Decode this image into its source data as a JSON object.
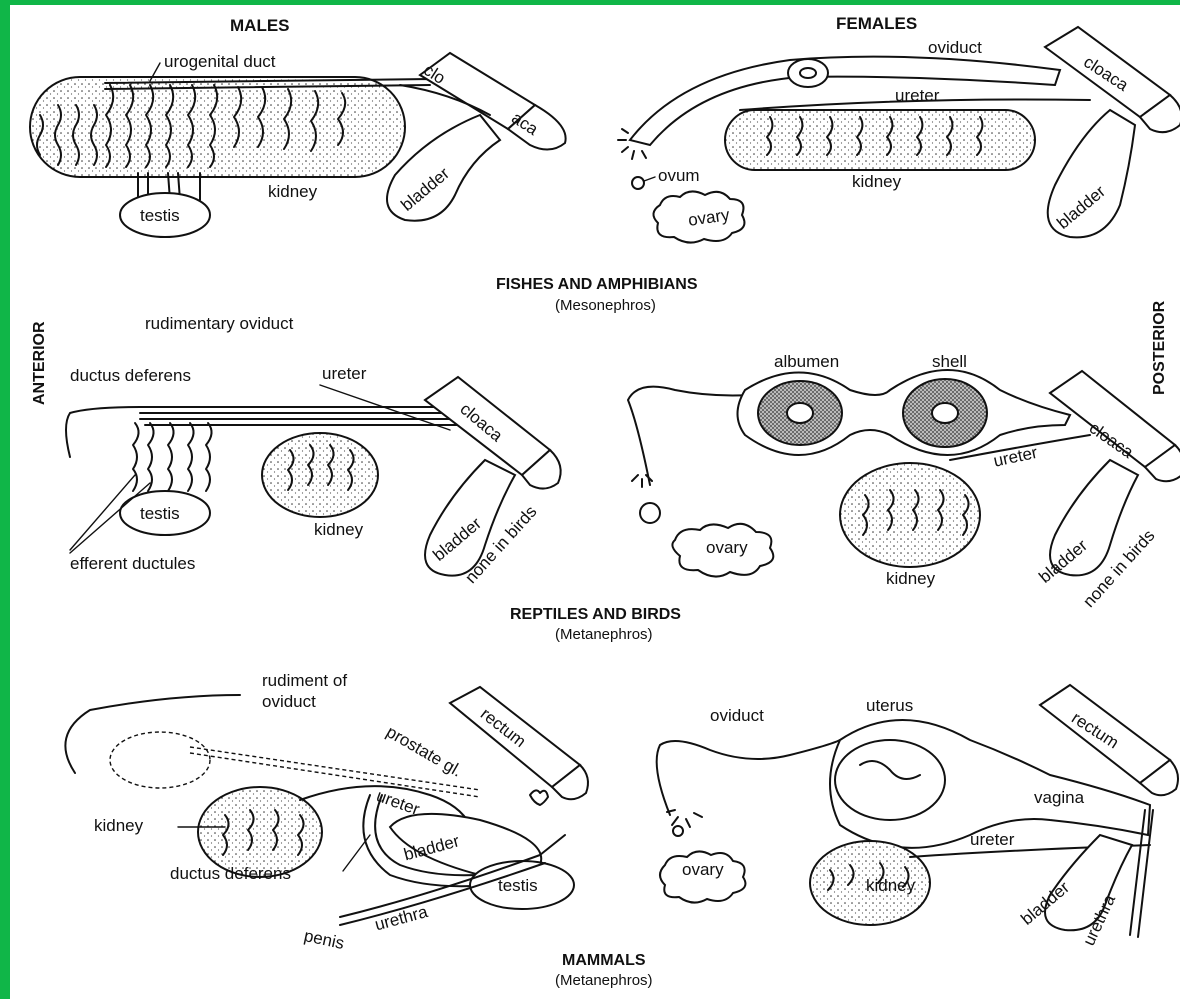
{
  "labels": {
    "males": "MALES",
    "females": "FEMALES",
    "urogenital_duct": "urogenital duct",
    "clo": "clo",
    "aca": "aca",
    "kidney_1": "kidney",
    "testis_1": "testis",
    "bladder_1": "bladder",
    "oviduct_1": "oviduct",
    "cloaca_1": "cloaca",
    "ureter_1": "ureter",
    "ovum": "ovum",
    "kidney_2": "kidney",
    "ovary_1": "ovary",
    "bladder_2": "bladder",
    "fishes_title": "FISHES AND AMPHIBIANS",
    "fishes_sub": "(Mesonephros)",
    "anterior": "ANTERIOR",
    "posterior": "POSTERIOR",
    "rudimentary_oviduct": "rudimentary oviduct",
    "ductus_deferens_1": "ductus deferens",
    "ureter_2": "ureter",
    "cloaca_2": "cloaca",
    "testis_2": "testis",
    "kidney_3": "kidney",
    "bladder_3": "bladder",
    "none_in_birds_1": "none in birds",
    "efferent_ductules": "efferent ductules",
    "albumen": "albumen",
    "shell": "shell",
    "ureter_3": "ureter",
    "cloaca_3": "cloaca",
    "ovary_2": "ovary",
    "kidney_4": "kidney",
    "bladder_4": "bladder",
    "none_in_birds_2": "none in birds",
    "reptiles_title": "REPTILES AND BIRDS",
    "reptiles_sub": "(Metanephros)",
    "rudiment_of": "rudiment of",
    "oviduct_2": "oviduct",
    "rectum_1": "rectum",
    "prostate": "prostate gl.",
    "kidney_5": "kidney",
    "ureter_4": "ureter",
    "bladder_5": "bladder",
    "ductus_deferens_2": "ductus deferens",
    "testis_3": "testis",
    "urethra_1": "urethra",
    "penis": "penis",
    "oviduct_3": "oviduct",
    "uterus": "uterus",
    "rectum_2": "rectum",
    "vagina": "vagina",
    "ureter_5": "ureter",
    "ovary_3": "ovary",
    "kidney_6": "kidney",
    "bladder_6": "bladder",
    "urethra_2": "urethra",
    "mammals_title": "MAMMALS",
    "mammals_sub": "(Metanephros)"
  }
}
